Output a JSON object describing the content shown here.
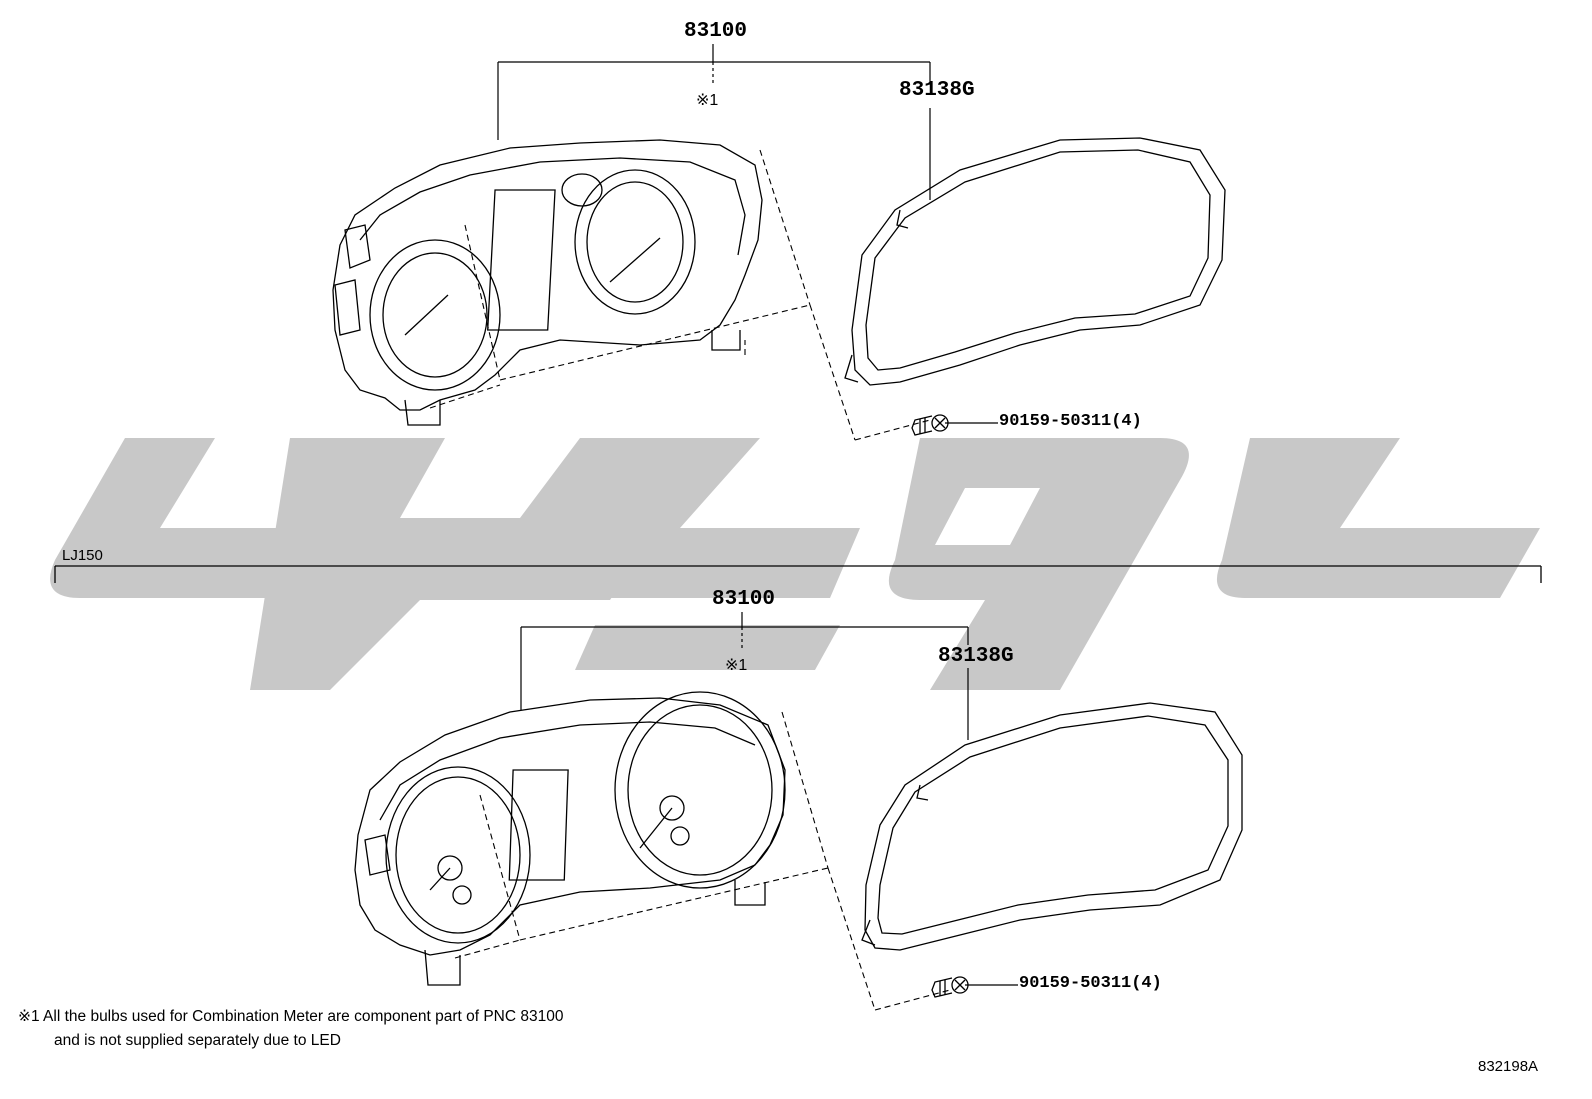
{
  "upper": {
    "assembly_pn": "83100",
    "note_ref": "※1",
    "lens_pn": "83138G",
    "screw_pn": "90159-50311(4)"
  },
  "section_label": "LJ150",
  "lower": {
    "assembly_pn": "83100",
    "note_ref": "※1",
    "lens_pn": "83138G",
    "screw_pn": "90159-50311(4)"
  },
  "footnote": {
    "line1": "※1 All the bulbs used for Combination Meter are component part of PNC 83100",
    "line2": "and is not supplied separately due to LED"
  },
  "diagram_code": "832198A",
  "colors": {
    "watermark": "#c8c8c8",
    "line": "#000000"
  }
}
